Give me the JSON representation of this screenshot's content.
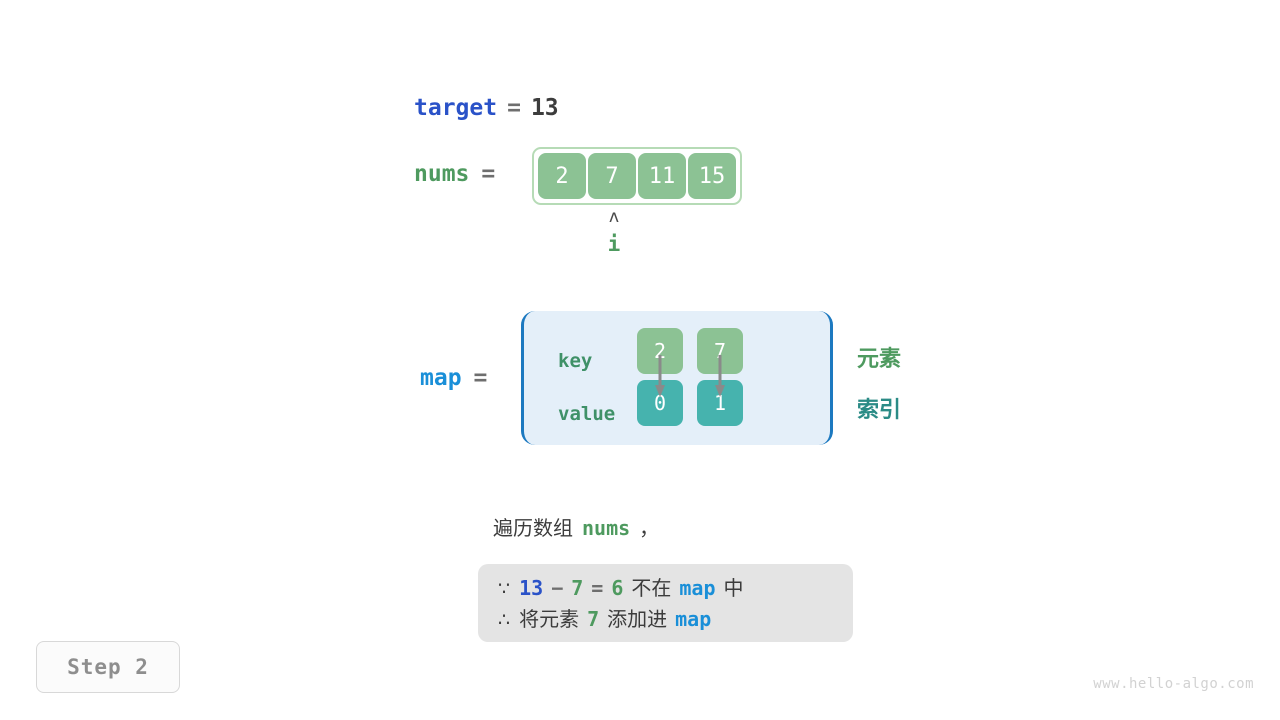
{
  "colors": {
    "var_blue_dark": "#2a52c8",
    "var_blue": "#1a8fd8",
    "var_green": "#4e9a5f",
    "cell_green": "#8cc294",
    "cell_teal": "#46b3ae",
    "array_border": "#b6dbb6",
    "map_fill": "#e4eff9",
    "map_bracket": "#1c79c0",
    "explain_box_fill": "#e4e4e4",
    "arrow_gray": "#8a8a8a",
    "text_dark": "#3c3c3c",
    "label_green": "#3f9168",
    "note_index_teal": "#2b8b86",
    "step_text": "#8e8e8e",
    "watermark": "#d2d2d2"
  },
  "target": {
    "name": "target",
    "equals": "=",
    "value": "13"
  },
  "nums": {
    "name": "nums",
    "equals": "=",
    "cells": [
      "2",
      "7",
      "11",
      "15"
    ]
  },
  "pointer": {
    "caret": "ʌ",
    "label": "i",
    "index": 1
  },
  "map": {
    "name": "map",
    "equals": "=",
    "row_labels": {
      "key": "key",
      "value": "value"
    },
    "entries": [
      {
        "key": "2",
        "value": "0"
      },
      {
        "key": "7",
        "value": "1"
      }
    ],
    "side_notes": {
      "element": "元素",
      "index": "索引"
    }
  },
  "explanation": {
    "line": {
      "prefix": "遍历数组",
      "keyword": "nums",
      "suffix": "，"
    },
    "box": {
      "row1": {
        "symbol": "∵",
        "a": "13",
        "minus": "−",
        "b": "7",
        "eq": "=",
        "result": "6",
        "text_mid": "不在",
        "map": "map",
        "text_end": "中"
      },
      "row2": {
        "symbol": "∴",
        "text_a": "将元素",
        "element": "7",
        "text_b": "添加进",
        "map": "map"
      }
    }
  },
  "step_badge": {
    "label": "Step 2"
  },
  "watermark": {
    "text": "www.hello-algo.com"
  }
}
